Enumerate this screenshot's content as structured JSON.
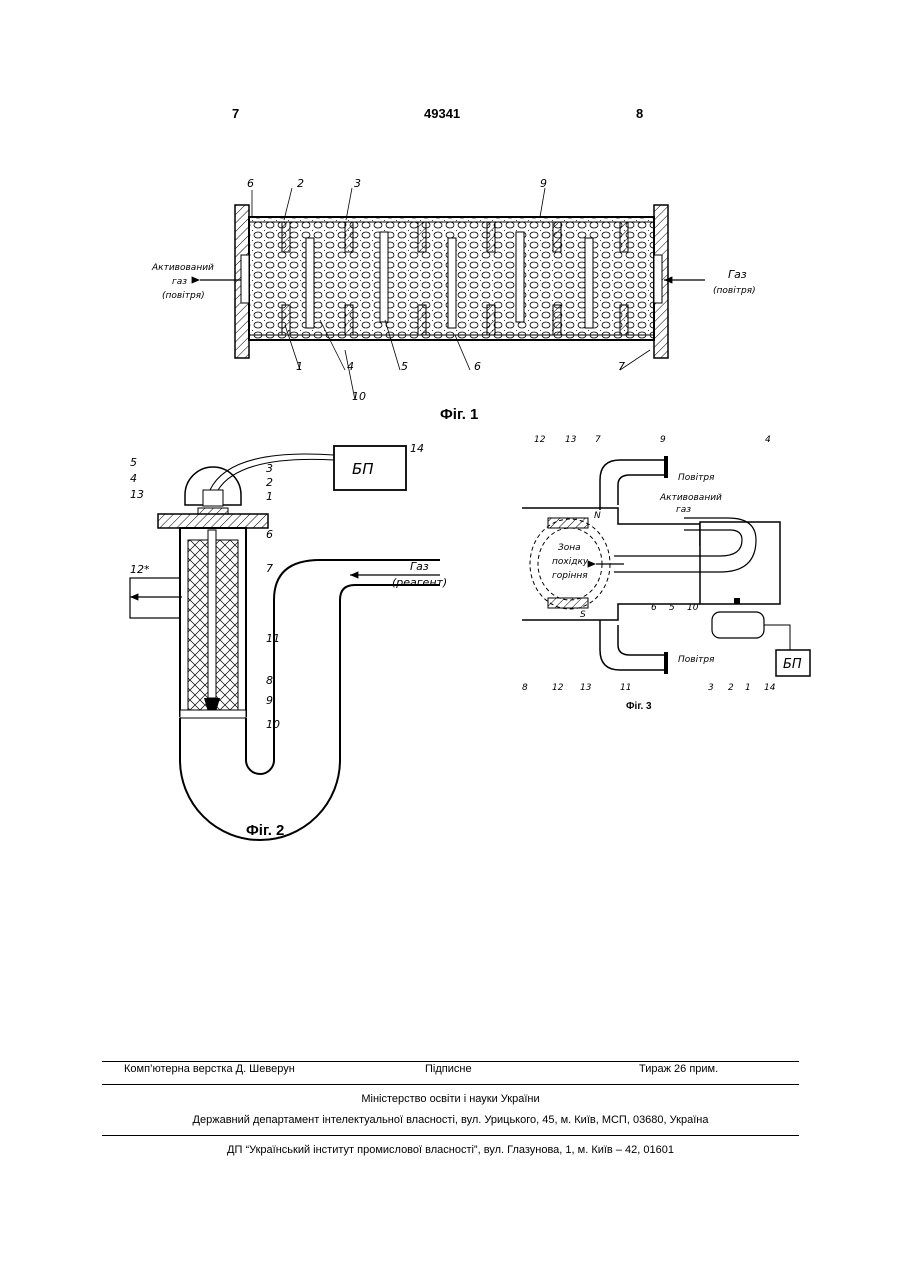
{
  "header": {
    "page_left": "7",
    "patent_number": "49341",
    "page_right": "8"
  },
  "figures": {
    "fig1": {
      "caption": "Фіг. 1",
      "left_label_lines": [
        "Активований",
        "газ",
        "(повітря)"
      ],
      "right_label_lines": [
        "Газ",
        "(повітря)"
      ],
      "numbers_top": [
        "6",
        "2",
        "3",
        "9"
      ],
      "numbers_bottom": [
        "1",
        "4",
        "5",
        "6",
        "7",
        "10"
      ]
    },
    "fig2": {
      "caption": "Фіг. 2",
      "power_block": "БП",
      "gas_label_lines": [
        "Газ",
        "(реагент)"
      ],
      "numbers": [
        "5",
        "4",
        "13",
        "12*",
        "3",
        "2",
        "1",
        "6",
        "7",
        "11",
        "8",
        "9",
        "10",
        "14"
      ]
    },
    "fig3": {
      "caption": "Фіг. 3",
      "power_block": "БП",
      "air_top": "Повітря",
      "air_bottom": "Повітря",
      "activated_gas_lines": [
        "Активований",
        "газ"
      ],
      "zone_lines": [
        "Зона",
        "похідку",
        "горіння"
      ],
      "numbers_top": [
        "12",
        "13",
        "7",
        "9",
        "4",
        "N"
      ],
      "numbers_bottom": [
        "8",
        "12",
        "13",
        "11",
        "6",
        "5",
        "10",
        "3",
        "2",
        "1",
        "14",
        "S"
      ]
    }
  },
  "footer": {
    "layout_by": "Комп’ютерна верстка Д. Шеверун",
    "signed": "Підписне",
    "circulation": "Тираж 26 прим.",
    "ministry": "Міністерство освіти і науки України",
    "department": "Державний департамент інтелектуальної власності, вул. Урицького, 45, м. Київ, МСП, 03680, Україна",
    "institute": "ДП “Український інститут промислової власності”, вул. Глазунова, 1, м. Київ – 42, 01601"
  }
}
